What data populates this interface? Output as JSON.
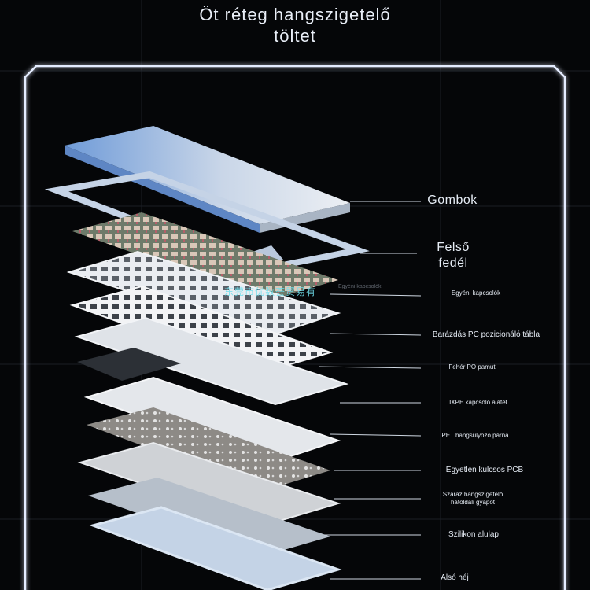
{
  "title": {
    "line1": "Öt réteg hangszigetelő",
    "line2": "töltet"
  },
  "watermark": "东莞市优数荟贸易有",
  "watermark_small": "Egyéni kapcsolók",
  "layers": [
    {
      "label": "Gombok"
    },
    {
      "label": "Felső\nfedél"
    },
    {
      "label": "Egyéni kapcsolók"
    },
    {
      "label": "Barázdás PC pozicionáló tábla"
    },
    {
      "label": "Fehér PO pamut"
    },
    {
      "label": "IXPE kapcsoló alátét"
    },
    {
      "label": "PET hangsúlyozó párna"
    },
    {
      "label": "Egyetlen kulcsos PCB"
    },
    {
      "label": "Száraz hangszigetelő\nhátoldali gyapot"
    },
    {
      "label": "Szilikon alulap"
    },
    {
      "label": "Alsó héj"
    }
  ],
  "colors": {
    "background": "#050608",
    "frame_glow": "#dfe9ff",
    "keycap_blue": "#7da6de",
    "keycap_white": "#e7ebf0",
    "leader_line": "#cfd7e2"
  }
}
